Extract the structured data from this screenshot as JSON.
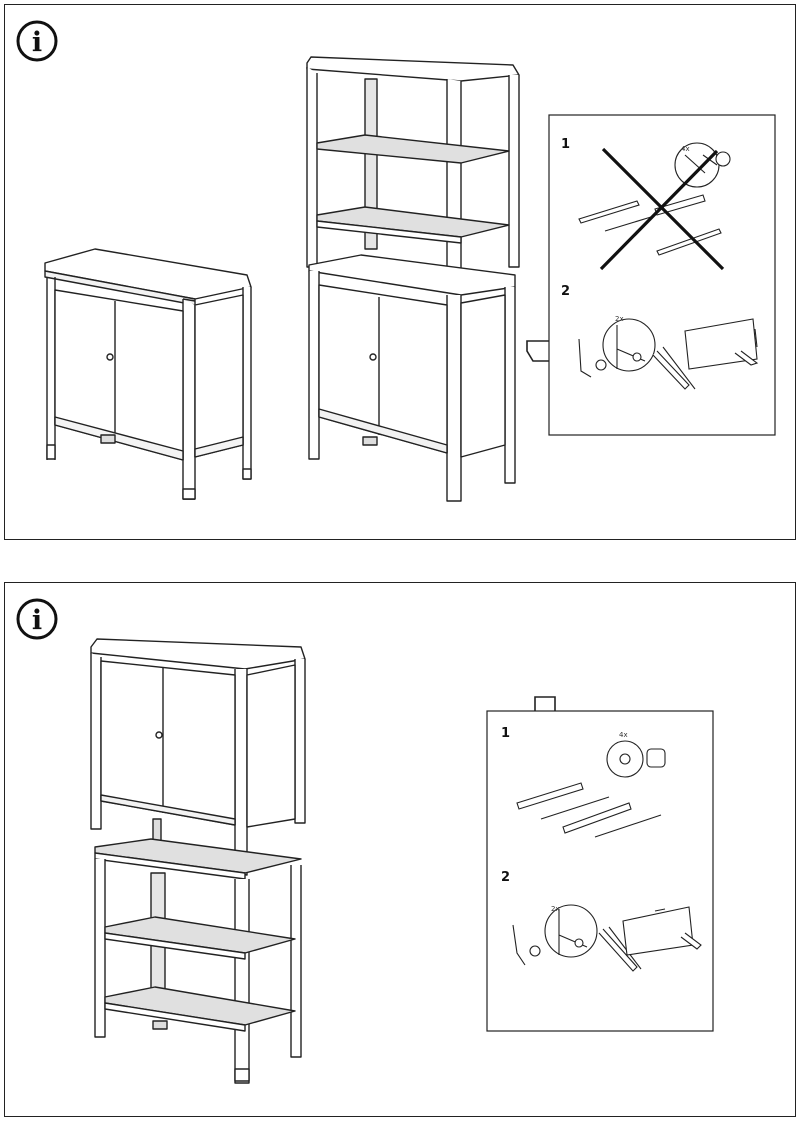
{
  "panels": [
    {
      "info_glyph": "i",
      "callout": {
        "steps": [
          {
            "number": "1",
            "qty": "4x"
          },
          {
            "number": "2",
            "qty": "2x"
          }
        ]
      }
    },
    {
      "info_glyph": "i",
      "callout": {
        "steps": [
          {
            "number": "1",
            "qty": "4x"
          },
          {
            "number": "2",
            "qty": "2x"
          }
        ]
      }
    }
  ]
}
